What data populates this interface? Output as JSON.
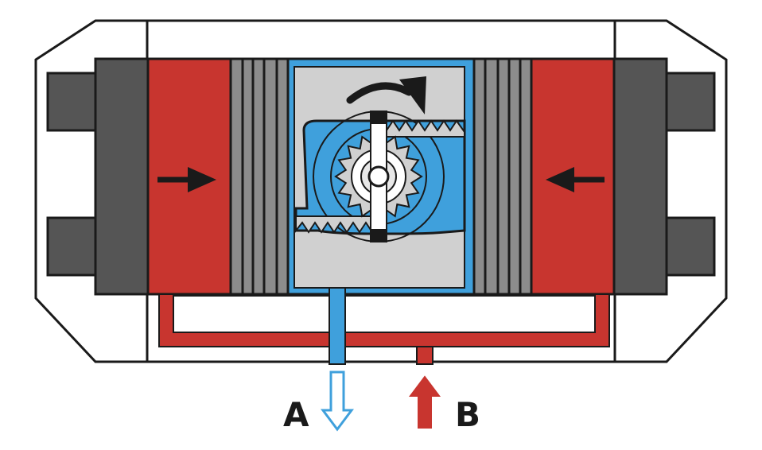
{
  "ports": {
    "a": {
      "label": "A",
      "flow": "exhaust",
      "arrow_direction": "down",
      "color": "#3fa0dc"
    },
    "b": {
      "label": "B",
      "flow": "supply",
      "arrow_direction": "up",
      "color": "#c8352f"
    }
  },
  "colors": {
    "pressurized": "#c8352f",
    "exhaust": "#3fa0dc",
    "body_outline": "#1a1a1a",
    "end_cap": "#555555",
    "piston": "#8c8c8c",
    "gear_chamber": "#d0d0d0"
  },
  "motion": {
    "pistons": "inward",
    "rotation": "clockwise"
  },
  "icons": [
    "arrow-right-icon",
    "arrow-left-icon",
    "rotation-arrow-icon",
    "pinion-gear-icon"
  ]
}
